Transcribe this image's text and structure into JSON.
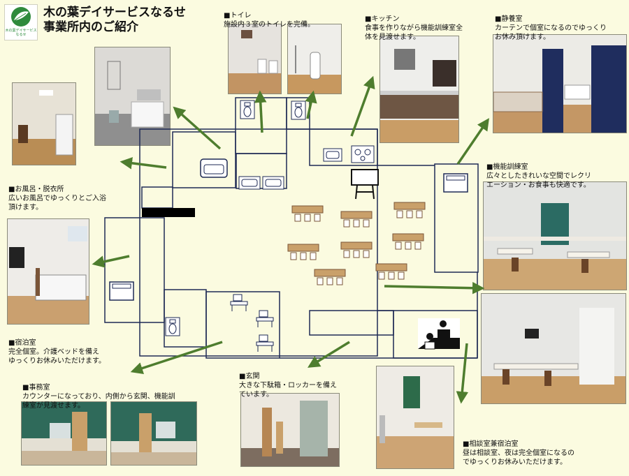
{
  "header": {
    "title_line1": "木の葉デイサービスなるせ",
    "title_line2": "事業所内のご紹介",
    "logo_text": "木の葉デイサービス\nなるせ",
    "logo_icon": "leaf-logo-icon"
  },
  "rooms": {
    "bath": {
      "heading": "■お風呂・脱衣所",
      "desc": "広いお風呂でゆっくりとご入浴\n頂けます。"
    },
    "toilet": {
      "heading": "■トイレ",
      "desc": "施設内３室のトイレを完備。"
    },
    "kitchen": {
      "heading": "■キッチン",
      "desc": "食事を作りながら機能訓練室全\n体を見渡せます。"
    },
    "rest": {
      "heading": "■静養室",
      "desc": "カーテンで個室になるのでゆっくり\nお休み頂けます。"
    },
    "training": {
      "heading": "■機能訓練室",
      "desc": "広々としたきれいな空間でレクリ\nエーション・お食事も快適です。"
    },
    "stay": {
      "heading": "■宿泊室",
      "desc": "完全個室。介護ベッドを備え\nゆっくりお休みいただけます。"
    },
    "office": {
      "heading": "■事務室",
      "desc": "カウンターになっており、内側から玄関、機能訓\n練室が見渡せます。"
    },
    "entrance": {
      "heading": "■玄関",
      "desc": "大きな下駄箱・ロッカーを備え\nています。"
    },
    "consult": {
      "heading": "■相談室兼宿泊室",
      "desc": "昼は相談室、夜は完全個室になるの\nでゆっくりお休みいただけます。"
    }
  },
  "colors": {
    "background": "#fbfbe0",
    "arrow": "#4e7d2e",
    "wall": "#1e2a55",
    "wood": "#c9a06a",
    "green": "#2f6a5a"
  },
  "icons": [
    "bathtub-icon",
    "toilet-icon",
    "sink-icon",
    "stove-icon",
    "bed-icon",
    "desk-icon",
    "whiteboard-icon",
    "computer-desk-icon",
    "consult-icon"
  ]
}
